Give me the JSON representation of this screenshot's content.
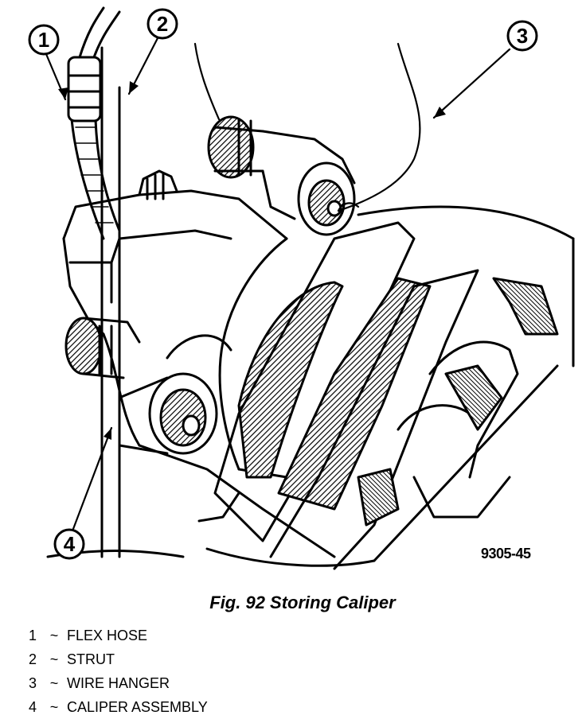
{
  "figure": {
    "caption": "Fig. 92 Storing Caliper",
    "code": "9305-45"
  },
  "callouts": [
    {
      "number": "1",
      "label": "FLEX HOSE"
    },
    {
      "number": "2",
      "label": "STRUT"
    },
    {
      "number": "3",
      "label": "WIRE HANGER"
    },
    {
      "number": "4",
      "label": "CALIPER ASSEMBLY"
    }
  ],
  "legend_separator": "~"
}
